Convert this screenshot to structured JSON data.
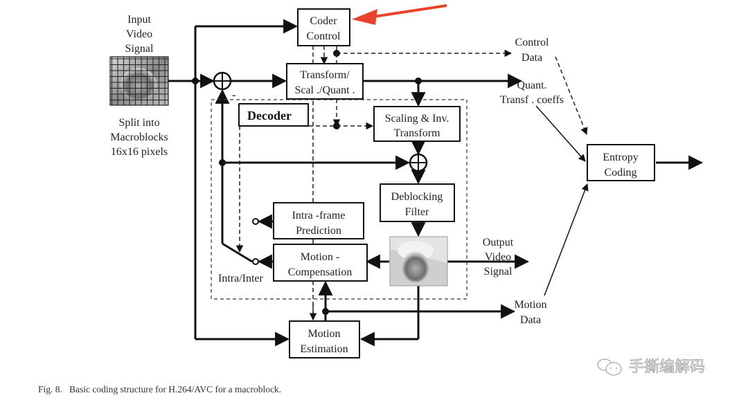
{
  "figure": {
    "caption": "Fig. 8.   Basic coding structure for H.264/AVC for a macroblock.",
    "highlight_arrow_color": "#e8432d",
    "highlight_target": "Coder Control"
  },
  "labels": {
    "input": [
      "Input",
      "Video",
      "Signal"
    ],
    "split": [
      "Split into",
      "Macroblocks",
      "16x16  pixels"
    ],
    "control_data": [
      "Control",
      "Data"
    ],
    "quant_coeffs": [
      "Quant.",
      "Transf . coeffs"
    ],
    "output_video": [
      "Output",
      "Video",
      "Signal"
    ],
    "motion_data": [
      "Motion",
      "Data"
    ],
    "intra_inter": "Intra/Inter",
    "minus_sign": "-"
  },
  "blocks": {
    "coder_control": [
      "Coder",
      "Control"
    ],
    "transform": [
      "Transform/",
      "Scal ./Quant ."
    ],
    "decoder": "Decoder",
    "scaling_inv": [
      "Scaling & Inv.",
      "Transform"
    ],
    "deblocking": [
      "Deblocking",
      "Filter"
    ],
    "intra_pred": [
      "Intra -frame",
      "Prediction"
    ],
    "motion_comp": [
      "Motion -",
      "Compensation"
    ],
    "motion_est": [
      "Motion",
      "Estimation"
    ],
    "entropy": [
      "Entropy",
      "Coding"
    ]
  },
  "watermark": {
    "text": "手撕编解码",
    "icon": "wechat-icon"
  }
}
